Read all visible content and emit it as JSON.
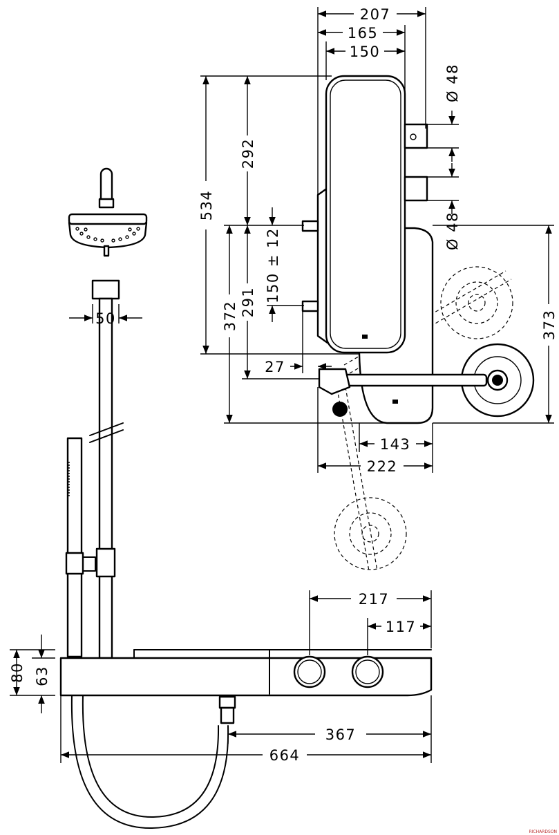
{
  "dimensions": {
    "top_w207": "207",
    "top_w165": "165",
    "top_w150": "150",
    "dia_upper": "Ø 48",
    "dia_lower": "Ø 48",
    "h534": "534",
    "h292": "292",
    "h372": "372",
    "h291": "291",
    "h150": "150 ± 12",
    "h373": "373",
    "d27": "27",
    "d143": "143",
    "d222": "222",
    "d50": "50",
    "d217": "217",
    "d117": "117",
    "h80": "80",
    "h63": "63",
    "d367": "367",
    "d664": "664"
  },
  "watermark": "RICHARDSON"
}
